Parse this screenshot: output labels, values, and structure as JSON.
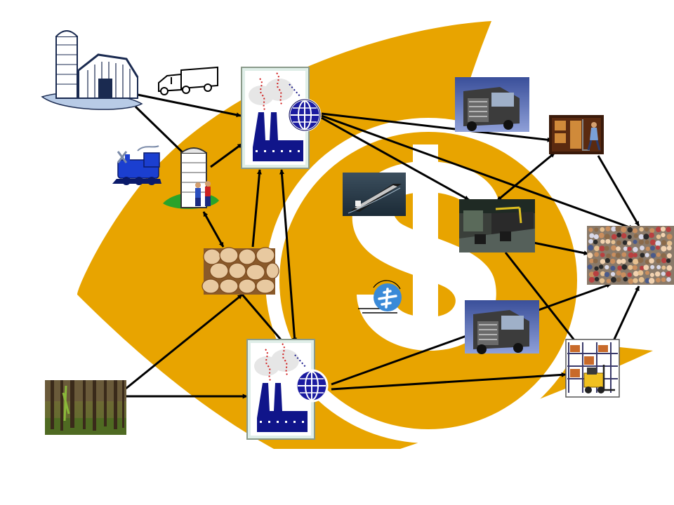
{
  "slide": {
    "background": "#ffffff",
    "accent_color": "#E8A400"
  },
  "nodes": [
    {
      "id": "farm",
      "icon": "farm-barn-silo-icon"
    },
    {
      "id": "truck-clipart",
      "icon": "truck-clipart-icon"
    },
    {
      "id": "train",
      "icon": "steam-train-icon"
    },
    {
      "id": "grain-silo",
      "icon": "grain-silo-with-farmers-icon"
    },
    {
      "id": "factory-top",
      "icon": "factory-with-globe-icon"
    },
    {
      "id": "factory-bottom",
      "icon": "factory-with-globe-icon"
    },
    {
      "id": "logs",
      "icon": "stacked-logs-photo-icon"
    },
    {
      "id": "forest",
      "icon": "forest-photo-icon"
    },
    {
      "id": "truck-top",
      "icon": "semi-truck-photo-icon"
    },
    {
      "id": "truck-bottom",
      "icon": "semi-truck-photo-icon"
    },
    {
      "id": "barge",
      "icon": "barge-ship-photo-icon"
    },
    {
      "id": "airplane",
      "icon": "airplane-icon"
    },
    {
      "id": "loading-dock",
      "icon": "loading-dock-photo-icon"
    },
    {
      "id": "warehouse-worker",
      "icon": "warehouse-worker-hand-truck-icon"
    },
    {
      "id": "crowd",
      "icon": "crowd-photo-icon"
    },
    {
      "id": "forklift",
      "icon": "forklift-warehouse-icon"
    }
  ],
  "connections": [
    {
      "from": "farm",
      "to": "factory-top",
      "direction": "forward"
    },
    {
      "from": "farm",
      "to": "grain-silo",
      "direction": "forward"
    },
    {
      "from": "grain-silo",
      "to": "factory-top",
      "direction": "forward"
    },
    {
      "from": "grain-silo",
      "to": "logs",
      "direction": "both"
    },
    {
      "from": "logs",
      "to": "factory-top",
      "direction": "forward"
    },
    {
      "from": "logs",
      "to": "factory-bottom",
      "direction": "forward"
    },
    {
      "from": "factory-top",
      "to": "factory-bottom",
      "direction": "both"
    },
    {
      "from": "forest",
      "to": "logs",
      "direction": "forward"
    },
    {
      "from": "forest",
      "to": "factory-bottom",
      "direction": "forward"
    },
    {
      "from": "factory-top",
      "to": "warehouse-worker",
      "direction": "forward"
    },
    {
      "from": "factory-top",
      "to": "loading-dock",
      "direction": "forward"
    },
    {
      "from": "factory-top",
      "to": "crowd",
      "direction": "forward"
    },
    {
      "from": "warehouse-worker",
      "to": "loading-dock",
      "direction": "both"
    },
    {
      "from": "warehouse-worker",
      "to": "crowd",
      "direction": "forward"
    },
    {
      "from": "loading-dock",
      "to": "crowd",
      "direction": "forward"
    },
    {
      "from": "loading-dock",
      "to": "forklift",
      "direction": "forward"
    },
    {
      "from": "factory-bottom",
      "to": "forklift",
      "direction": "forward"
    },
    {
      "from": "factory-bottom",
      "to": "crowd",
      "direction": "forward"
    },
    {
      "from": "forklift",
      "to": "crowd",
      "direction": "forward"
    }
  ]
}
